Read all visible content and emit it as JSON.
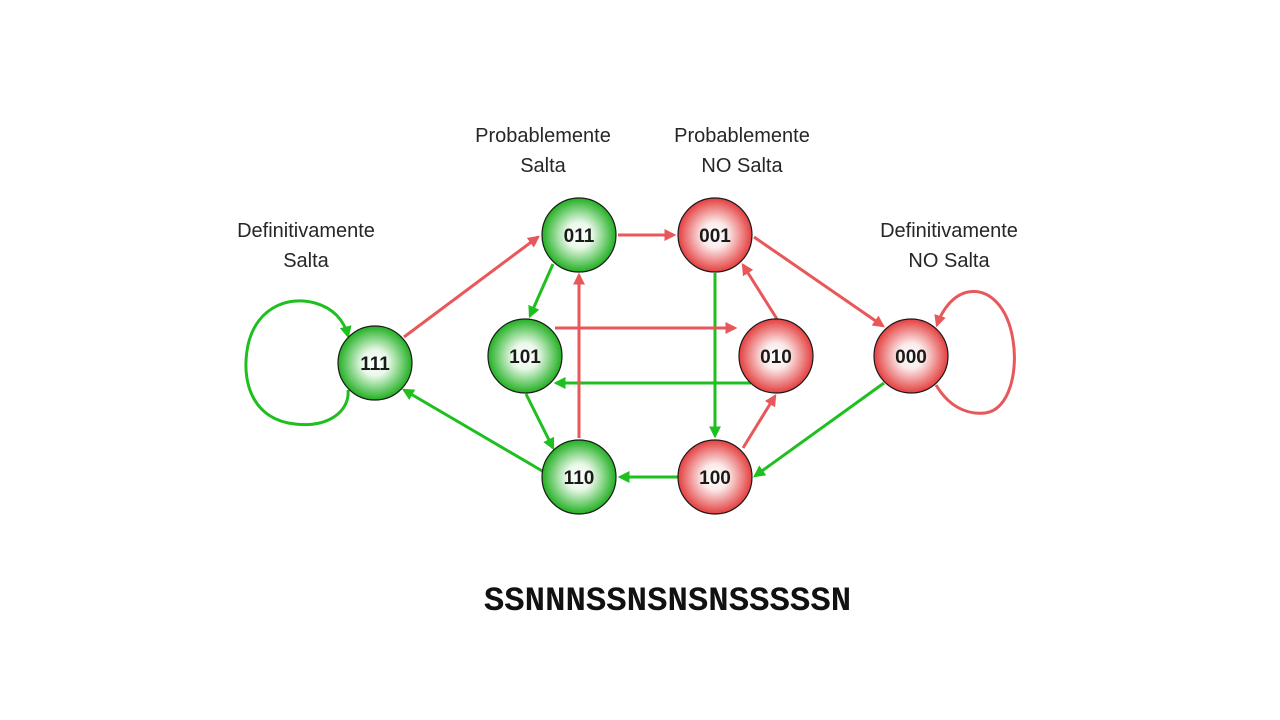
{
  "captions": {
    "strong_taken": "Definitivamente\nSalta",
    "weak_taken": "Probablemente\nSalta",
    "weak_not_taken": "Probablemente\nNO Salta",
    "strong_not_taken": "Definitivamente\nNO Salta"
  },
  "nodes": [
    {
      "id": "n111",
      "label": "111",
      "type": "taken"
    },
    {
      "id": "n011",
      "label": "011",
      "type": "taken"
    },
    {
      "id": "n101",
      "label": "101",
      "type": "taken"
    },
    {
      "id": "n110",
      "label": "110",
      "type": "taken"
    },
    {
      "id": "n001",
      "label": "001",
      "type": "not_taken"
    },
    {
      "id": "n010",
      "label": "010",
      "type": "not_taken"
    },
    {
      "id": "n100",
      "label": "100",
      "type": "not_taken"
    },
    {
      "id": "n000",
      "label": "000",
      "type": "not_taken"
    }
  ],
  "edges": [
    {
      "from": "111",
      "to": "011",
      "kind": "not_taken"
    },
    {
      "from": "011",
      "to": "001",
      "kind": "not_taken"
    },
    {
      "from": "011",
      "to": "101",
      "kind": "taken"
    },
    {
      "from": "001",
      "to": "000",
      "kind": "not_taken"
    },
    {
      "from": "001",
      "to": "100",
      "kind": "taken"
    },
    {
      "from": "101",
      "to": "010",
      "kind": "not_taken"
    },
    {
      "from": "010",
      "to": "101",
      "kind": "taken"
    },
    {
      "from": "101",
      "to": "110",
      "kind": "taken"
    },
    {
      "from": "110",
      "to": "011",
      "kind": "not_taken"
    },
    {
      "from": "110",
      "to": "111",
      "kind": "taken"
    },
    {
      "from": "010",
      "to": "001",
      "kind": "not_taken"
    },
    {
      "from": "100",
      "to": "010",
      "kind": "not_taken"
    },
    {
      "from": "100",
      "to": "110",
      "kind": "taken"
    },
    {
      "from": "000",
      "to": "100",
      "kind": "taken"
    },
    {
      "from": "111",
      "to": "111",
      "kind": "taken"
    },
    {
      "from": "000",
      "to": "000",
      "kind": "not_taken"
    }
  ],
  "colors": {
    "taken_edge": "#1fbf1f",
    "not_taken_edge": "#e8575a",
    "taken_node": "#2db82d",
    "not_taken_node": "#e84a4a"
  },
  "sequence": "SSNNNSSNSNSNSSSSSN"
}
